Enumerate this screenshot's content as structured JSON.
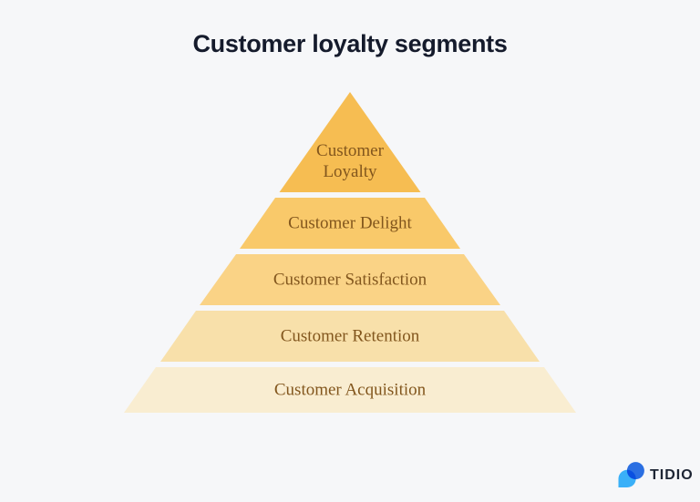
{
  "page": {
    "background": "#f6f7f9"
  },
  "title": {
    "text": "Customer loyalty segments",
    "color": "#151b2c"
  },
  "chart_data": {
    "type": "pyramid",
    "title": "Customer loyalty segments",
    "levels": [
      {
        "rank": 1,
        "label": "Customer Loyalty",
        "fill": "#f6bd52"
      },
      {
        "rank": 2,
        "label": "Customer Delight",
        "fill": "#f9c96a"
      },
      {
        "rank": 3,
        "label": "Customer Satisfaction",
        "fill": "#fad386"
      },
      {
        "rank": 4,
        "label": "Customer Retention",
        "fill": "#f8e0aa"
      },
      {
        "rank": 5,
        "label": "Customer Acquisition",
        "fill": "#f9edd1"
      }
    ],
    "label_color": "#82561d",
    "order": "most loyal at top, least loyal at bottom"
  },
  "branding": {
    "wordmark": "TIDIO",
    "wordmark_color": "#1d2534",
    "icon_colors": {
      "light_blue": "#3ab0f8",
      "dark_blue": "#2c73e8"
    }
  }
}
